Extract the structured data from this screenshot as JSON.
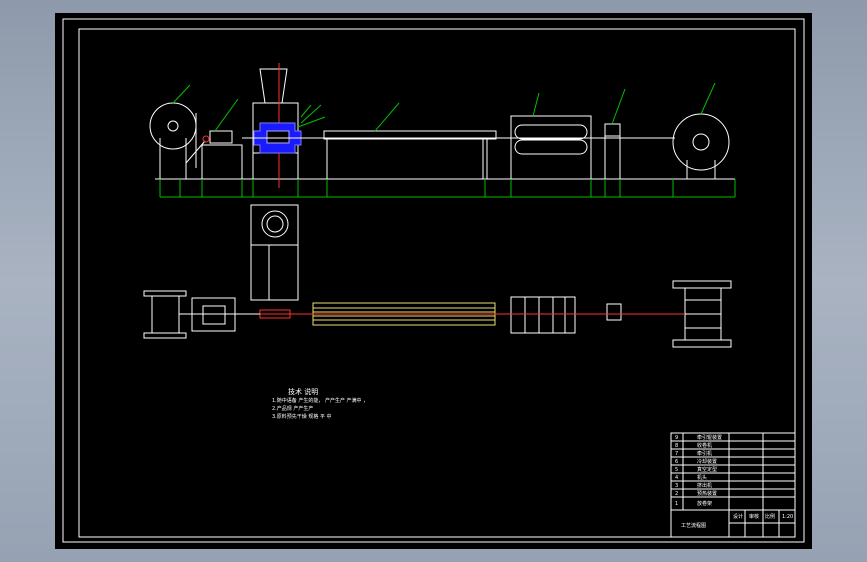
{
  "tech_notes": {
    "heading": "技术 说明",
    "lines": [
      "1.随中语备 产生的能， 产产生产 产满中 ，",
      "2.产品规 产产生产",
      "3.原料预先干燥 规格 平 中"
    ]
  },
  "title_block": {
    "rows": [
      {
        "no": "9",
        "name": "牵引辊装置"
      },
      {
        "no": "8",
        "name": "收卷机"
      },
      {
        "no": "7",
        "name": "牵引机"
      },
      {
        "no": "6",
        "name": "冷却装置"
      },
      {
        "no": "5",
        "name": "真空定型"
      },
      {
        "no": "4",
        "name": "机头"
      },
      {
        "no": "3",
        "name": "挤出机"
      },
      {
        "no": "2",
        "name": "预热装置"
      },
      {
        "no": "1",
        "name": "放卷架"
      }
    ],
    "drawing_name": "工艺流程图",
    "labels": [
      "设计",
      "审核",
      "比例"
    ],
    "scale": "1:20"
  },
  "colors": {
    "sheet": "#000000",
    "lines": "#ffffff",
    "dimensions": "#00c000",
    "center_line": "#ff3030",
    "die_head": "#1a1aff",
    "cooling": "#e8e070"
  }
}
